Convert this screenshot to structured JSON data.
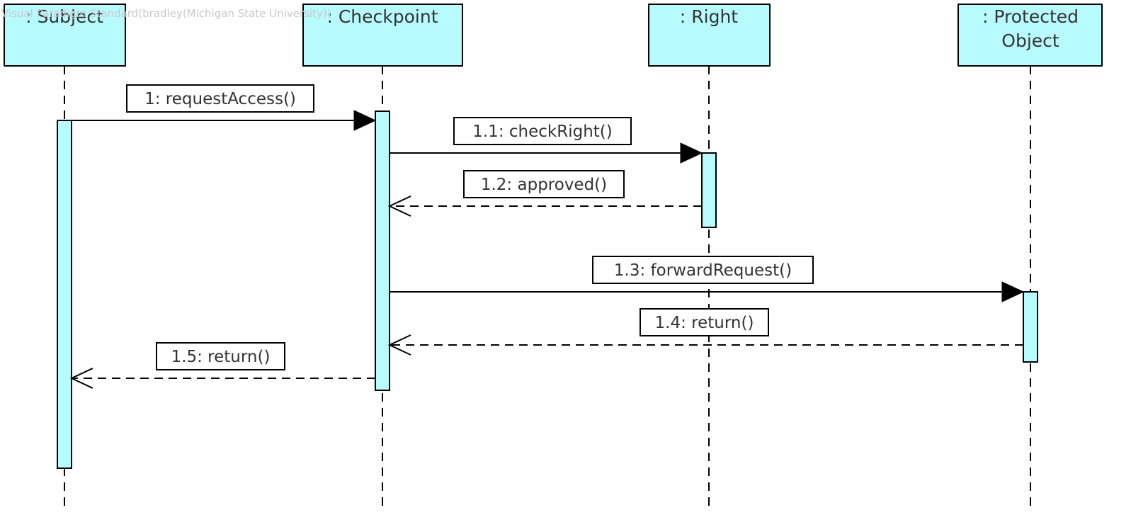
{
  "watermark": "Visual Paradigm Standard(bradley(Michigan State University))",
  "lifelines": [
    {
      "id": "subject",
      "lines": [
        ": Subject"
      ]
    },
    {
      "id": "checkpoint",
      "lines": [
        ": Checkpoint"
      ]
    },
    {
      "id": "right",
      "lines": [
        ": Right"
      ]
    },
    {
      "id": "protected-object",
      "lines": [
        ": Protected",
        "Object"
      ]
    }
  ],
  "messages": [
    {
      "id": "m1",
      "label": "1: requestAccess()",
      "type": "sync",
      "from": "subject",
      "to": "checkpoint"
    },
    {
      "id": "m11",
      "label": "1.1: checkRight()",
      "type": "sync",
      "from": "checkpoint",
      "to": "right"
    },
    {
      "id": "m12",
      "label": "1.2: approved()",
      "type": "return",
      "from": "right",
      "to": "checkpoint"
    },
    {
      "id": "m13",
      "label": "1.3: forwardRequest()",
      "type": "sync",
      "from": "checkpoint",
      "to": "protected-object"
    },
    {
      "id": "m14",
      "label": "1.4: return()",
      "type": "return",
      "from": "protected-object",
      "to": "checkpoint"
    },
    {
      "id": "m15",
      "label": "1.5: return()",
      "type": "return",
      "from": "checkpoint",
      "to": "subject"
    }
  ],
  "colors": {
    "lifeline_fill": "#b8fbff",
    "stroke": "#000000",
    "text": "#333333"
  }
}
